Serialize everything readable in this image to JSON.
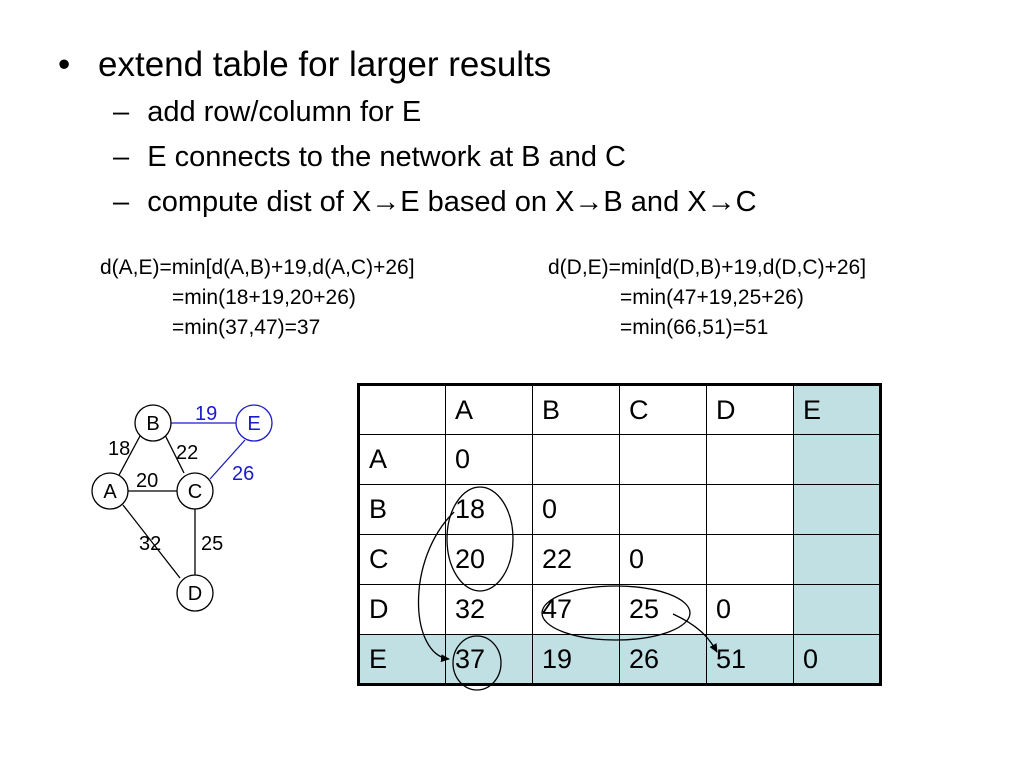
{
  "bullets": {
    "main": "extend table for larger results",
    "marker": "•",
    "sub_marker": "–",
    "sub1": "add row/column for E",
    "sub2": "E connects to the network at B and C",
    "sub3": {
      "part1": "compute dist of X",
      "arrow1": "→",
      "part2": "E based on X",
      "arrow2": "→",
      "part3": "B and X",
      "arrow3": "→",
      "part4": "C"
    }
  },
  "formulas": {
    "left": {
      "line1": "d(A,E)=min[d(A,B)+19,d(A,C)+26]",
      "line2": "=min(18+19,20+26)",
      "line3": "=min(37,47)=37"
    },
    "right": {
      "line1": "d(D,E)=min[d(D,B)+19,d(D,C)+26]",
      "line2": "=min(47+19,25+26)",
      "line3": "=min(66,51)=51"
    }
  },
  "graph": {
    "nodes": {
      "A": "A",
      "B": "B",
      "C": "C",
      "D": "D",
      "E": "E"
    },
    "edge_weights": {
      "AB": "18",
      "AC": "20",
      "BC": "22",
      "AD": "32",
      "CD": "25",
      "BE": "19",
      "CE": "26"
    },
    "colors": {
      "original": "#000000",
      "new": "#1a1acd"
    }
  },
  "table": {
    "header": [
      "",
      "A",
      "B",
      "C",
      "D",
      "E"
    ],
    "rows": [
      [
        "A",
        "0",
        "",
        "",
        "",
        ""
      ],
      [
        "B",
        "18",
        "0",
        "",
        "",
        ""
      ],
      [
        "C",
        "20",
        "22",
        "0",
        "",
        ""
      ],
      [
        "D",
        "32",
        "47",
        "25",
        "0",
        ""
      ],
      [
        "E",
        "37",
        "19",
        "26",
        "51",
        "0"
      ]
    ],
    "highlight_color": "#c0e0e4"
  }
}
